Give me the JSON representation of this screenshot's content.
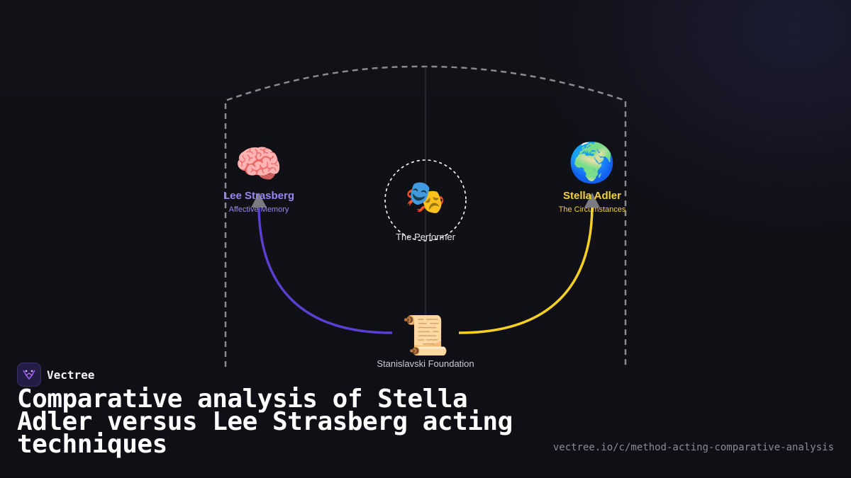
{
  "brand": {
    "name": "Vectree"
  },
  "headline": "Comparative analysis of Stella Adler versus Lee Strasberg acting techniques",
  "url": "vectree.io/c/method-acting-comparative-analysis",
  "diagram": {
    "center": {
      "emoji": "🎭",
      "label": "The Performer"
    },
    "left": {
      "emoji": "🧠",
      "title": "Lee Strasberg",
      "subtitle": "Affective Memory",
      "color": "#9a86f0",
      "arrow_color": "#5b3fd0"
    },
    "right": {
      "emoji": "🌍",
      "title": "Stella Adler",
      "subtitle": "The Circumstances",
      "color": "#f5d230",
      "arrow_color": "#f5d020"
    },
    "bottom": {
      "emoji": "📜",
      "label": "Stanislavski Foundation"
    },
    "icons": {
      "center": "performing-arts-masks-icon",
      "left": "brain-icon",
      "right": "globe-icon",
      "bottom": "scroll-icon",
      "logo": "vectree-logo-icon"
    }
  }
}
